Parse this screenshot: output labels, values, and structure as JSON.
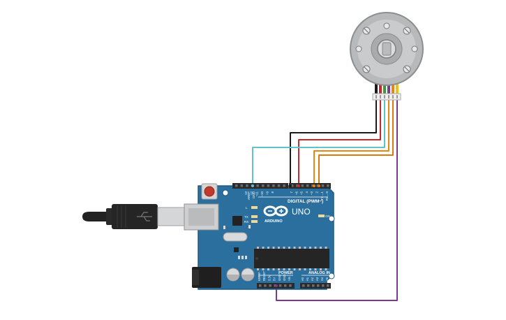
{
  "board": {
    "brand": "ARDUINO",
    "model": "UNO",
    "digital_header_label": "DIGITAL (PWM~)",
    "power_label": "POWER",
    "analog_label": "ANALOG IN",
    "on_label": "ON",
    "led_l": "L",
    "led_tx": "TX",
    "led_rx": "RX",
    "top_pins": [
      "AREF",
      "GND",
      "13",
      "12",
      "~11",
      "~10",
      "~9",
      "8",
      "7",
      "~6",
      "~5",
      "4",
      "~3",
      "2",
      "TX→1",
      "RX←0"
    ],
    "power_pins": [
      "IOREF",
      "RESET",
      "3.3V",
      "5V",
      "GND",
      "GND",
      "Vin"
    ],
    "analog_pins": [
      "A0",
      "A1",
      "A2",
      "A3",
      "A4",
      "A5"
    ],
    "colors": {
      "pcb": "#2a6f9e",
      "pcb_dark": "#1f5a82",
      "header": "#2b2b2b"
    }
  },
  "wires": {
    "colors": {
      "black": "#1a1a1a",
      "red": "#c8282a",
      "cyan": "#5fc3c9",
      "orange1": "#e8870f",
      "orange2": "#d97a10",
      "purple": "#7b3a8c"
    }
  },
  "usb_cable": {
    "color": "#222222"
  }
}
